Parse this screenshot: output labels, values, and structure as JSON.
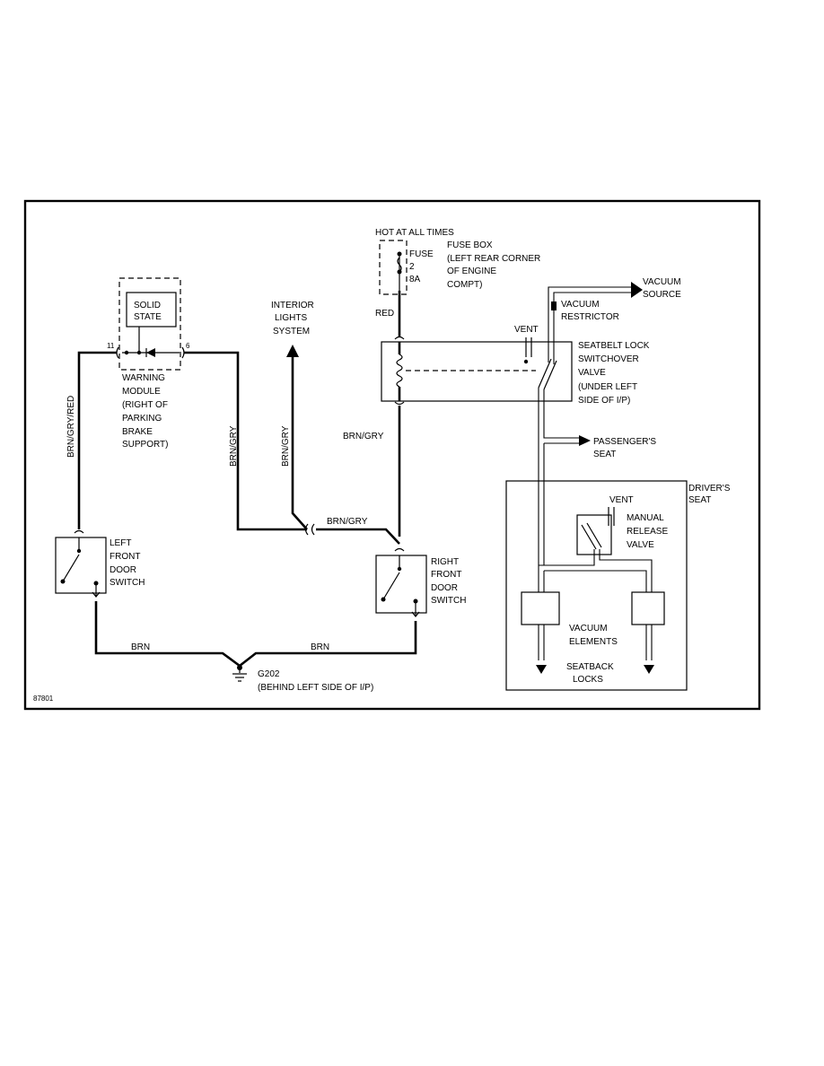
{
  "diagram": {
    "figure_id": "87801",
    "fuse_box": {
      "hot": "HOT AT ALL TIMES",
      "title": "FUSE BOX",
      "loc1": "(LEFT REAR CORNER",
      "loc2": "OF ENGINE",
      "loc3": "COMPT)",
      "fuse_label": "FUSE",
      "fuse_num": "2",
      "fuse_amp": "8A"
    },
    "module": {
      "solid1": "SOLID",
      "solid2": "STATE",
      "pin_left": "11",
      "pin_right": "6",
      "l1": "WARNING",
      "l2": "MODULE",
      "l3": "(RIGHT OF",
      "l4": "PARKING",
      "l5": "BRAKE",
      "l6": "SUPPORT)"
    },
    "interior": {
      "l1": "INTERIOR",
      "l2": "LIGHTS",
      "l3": "SYSTEM"
    },
    "wires": {
      "red": "RED",
      "brn_gry_red": "BRN/GRY/RED",
      "brn_gry_1": "BRN/GRY",
      "brn_gry_2": "BRN/GRY",
      "brn_gry_3": "BRN/GRY",
      "brn_gry_4": "BRN/GRY",
      "brn_1": "BRN",
      "brn_2": "BRN"
    },
    "left_switch": {
      "l1": "LEFT",
      "l2": "FRONT",
      "l3": "DOOR",
      "l4": "SWITCH"
    },
    "right_switch": {
      "l1": "RIGHT",
      "l2": "FRONT",
      "l3": "DOOR",
      "l4": "SWITCH"
    },
    "ground": {
      "l1": "G202",
      "l2": "(BEHIND LEFT SIDE OF I/P)"
    },
    "valve": {
      "vent": "VENT",
      "l1": "SEATBELT LOCK",
      "l2": "SWITCHOVER",
      "l3": "VALVE",
      "l4": "(UNDER LEFT",
      "l5": "SIDE OF I/P)"
    },
    "vacuum_source": {
      "l1": "VACUUM",
      "l2": "SOURCE"
    },
    "vacuum_restrictor": {
      "l1": "VACUUM",
      "l2": "RESTRICTOR"
    },
    "passenger_seat": {
      "l1": "PASSENGER'S",
      "l2": "SEAT"
    },
    "driver_seat": {
      "l1": "DRIVER'S",
      "l2": "SEAT",
      "vent": "VENT",
      "mrv1": "MANUAL",
      "mrv2": "RELEASE",
      "mrv3": "VALVE",
      "ve1": "VACUUM",
      "ve2": "ELEMENTS",
      "sb1": "SEATBACK",
      "sb2": "LOCKS"
    }
  }
}
